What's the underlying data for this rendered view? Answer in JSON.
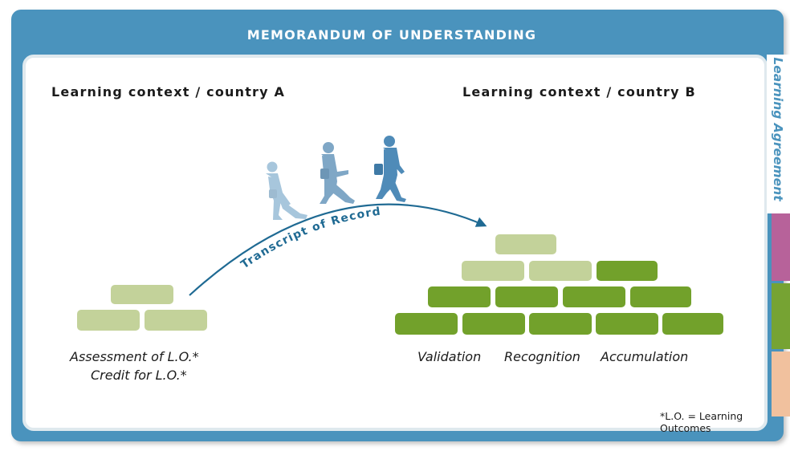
{
  "header": {
    "title": "MEMORANDUM OF UNDERSTANDING"
  },
  "sidebar": {
    "label": "Learning Agreement"
  },
  "contexts": {
    "a": "Learning context / country A",
    "b": "Learning context / country B"
  },
  "arc_label": "Transcript of Record",
  "left_captions": [
    "Assessment  of L.O.*",
    "Credit for L.O.*"
  ],
  "right_captions": [
    "Validation",
    "Recognition",
    "Accumulation"
  ],
  "footnote": "*L.O. = Learning Outcomes",
  "colors": {
    "frame_blue": "#4a93bd",
    "brick_light": "#c3d29a",
    "brick_dark": "#72a12b",
    "arc_blue": "#1f6a93",
    "tab_purple": "#b7629a",
    "tab_green": "#76a333",
    "tab_peach": "#f1c19e"
  }
}
